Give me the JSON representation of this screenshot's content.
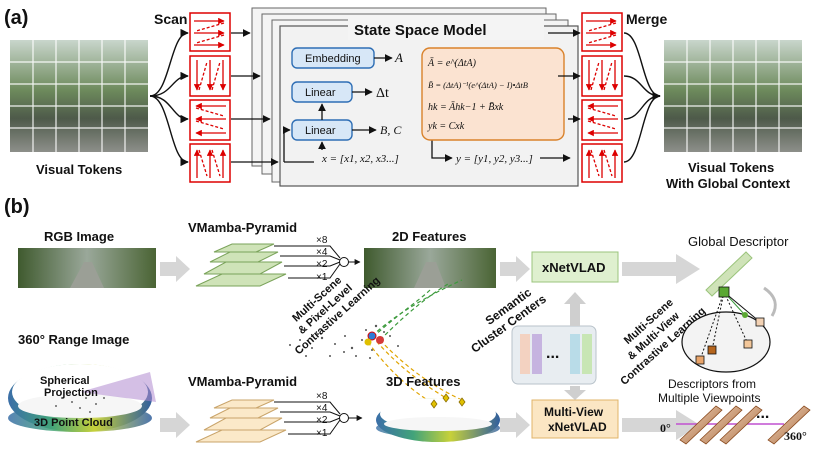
{
  "part_a": {
    "label": "(a)",
    "scan": "Scan",
    "merge": "Merge",
    "ssm_title": "State Space Model",
    "embedding": "Embedding",
    "linear_1": "Linear",
    "linear_2": "Linear",
    "sym_A": "A",
    "sym_delta": "Δt",
    "sym_BC": "B, C",
    "eq_1": "Ā = e^(ΔtA)",
    "eq_2": "B̄ = (ΔtA)⁻¹(e^(ΔtA) − I)•ΔtB",
    "eq_3": "hk = Āhk−1 + B̄xk",
    "eq_4": "yk = Cxk",
    "x_seq": "x = [x1, x2, x3...]",
    "y_seq": "y = [y1, y2, y3...]",
    "in_caption": "Visual Tokens",
    "out_caption_1": "Visual Tokens",
    "out_caption_2": "With Global Context"
  },
  "part_b": {
    "label": "(b)",
    "rgb": "RGB Image",
    "range": "360° Range Image",
    "spherical_1": "Spherical",
    "spherical_2": "Projection",
    "point_cloud": "3D Point Cloud",
    "pyramid_top": "VMamba-Pyramid",
    "pyramid_bottom": "VMamba-Pyramid",
    "scales_top": [
      "×8",
      "×4",
      "×2",
      "×1"
    ],
    "scales_bottom": [
      "×8",
      "×4",
      "×2",
      "×1"
    ],
    "features_2d": "2D Features",
    "features_3d": "3D Features",
    "contrastive_left_1": "Multi-Scene",
    "contrastive_left_2": "& Pixel-Level",
    "contrastive_left_3": "Contrastive Learning",
    "semantic_1": "Semantic",
    "semantic_2": "Cluster Centers",
    "ellipsis": "...",
    "xnetvlad": "xNetVLAD",
    "mv_xnetvlad_1": "Multi-View",
    "mv_xnetvlad_2": "xNetVLAD",
    "global_descriptor": "Global Descriptor",
    "contrastive_right_1": "Multi-Scene",
    "contrastive_right_2": "& Multi-View",
    "contrastive_right_3": "Contrastive Learning",
    "descriptors_1": "Descriptors from",
    "descriptors_2": "Multiple Viewpoints",
    "deg_0": "0°",
    "deg_360": "360°",
    "dots": "..."
  }
}
